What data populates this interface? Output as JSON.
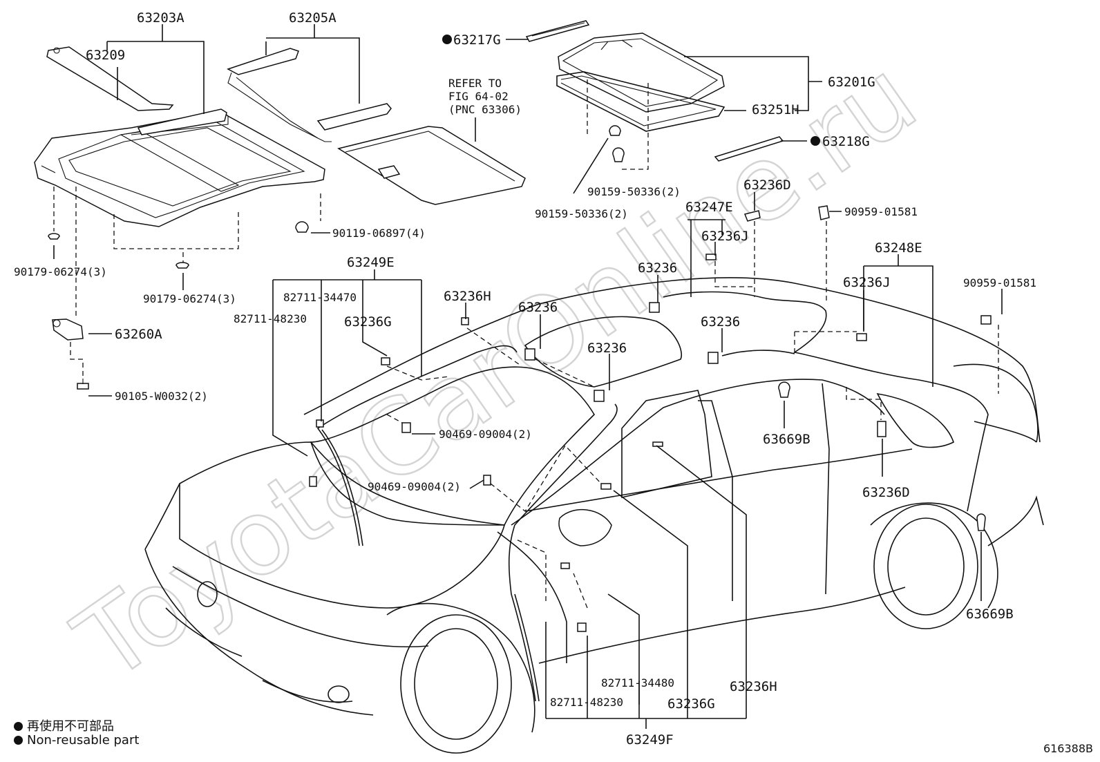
{
  "diagram": {
    "figure_number": "616388B",
    "watermark": "ToyotaCarOnline.ru",
    "legend": {
      "line_jp": "再使用不可部品",
      "line_en": "Non-reusable part"
    },
    "labels": {
      "p63203A": "63203A",
      "p63209": "63209",
      "p63205A": "63205A",
      "p63217G": "63217G",
      "p63201G": "63201G",
      "p63251H": "63251H",
      "p63218G": "63218G",
      "refer1": "REFER TO",
      "refer2": "FIG 64-02",
      "refer3": "(PNC 63306)",
      "p90159a": "90159-50336(2)",
      "p90159b": "90159-50336(2)",
      "p90119": "90119-06897(4)",
      "p90179a": "90179-06274(3)",
      "p90179b": "90179-06274(3)",
      "p63260A": "63260A",
      "p90105": "90105-W0032(2)",
      "p63236D_top": "63236D",
      "p90959a": "90959-01581",
      "p63247E": "63247E",
      "p63236J_a": "63236J",
      "p63248E": "63248E",
      "p63236J_b": "63236J",
      "p90959b": "90959-01581",
      "p63236_a": "63236",
      "p63236_b": "63236",
      "p63236_c": "63236",
      "p63236_d": "63236",
      "p63249E": "63249E",
      "p82711_34470": "82711-34470",
      "p82711_48230a": "82711-48230",
      "p63236H_top": "63236H",
      "p63236G_top": "63236G",
      "p90469a": "90469-09004(2)",
      "p90469b": "90469-09004(2)",
      "p63669B_a": "63669B",
      "p63236D_b": "63236D",
      "p63669B_b": "63669B",
      "p82711_34480": "82711-34480",
      "p82711_48230b": "82711-48230",
      "p63236G_bot": "63236G",
      "p63236H_bot": "63236H",
      "p63249F": "63249F"
    }
  }
}
